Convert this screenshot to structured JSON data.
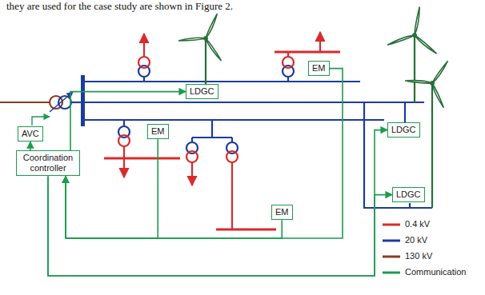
{
  "diagram": {
    "nodes": [
      {
        "text": [
          "EM"
        ]
      },
      {
        "text": [
          "LDGC"
        ]
      },
      {
        "text": [
          "LDGC"
        ]
      },
      {
        "text": [
          "AVC"
        ]
      },
      {
        "text": [
          "EM"
        ]
      },
      {
        "text": [
          "Coordination controller"
        ]
      },
      {
        "text": [
          "LDGC"
        ]
      },
      {
        "text": [
          "EM"
        ]
      }
    ],
    "edges": [
      {
        "from": 5,
        "to": 3,
        "arrow": "to"
      },
      {
        "from": 5,
        "to": 1,
        "arrow": "to"
      },
      {
        "from": 5,
        "to": 2,
        "arrow": "to"
      },
      {
        "from": 5,
        "to": 6,
        "arrow": "to"
      },
      {
        "from": 4,
        "to": 5,
        "arrow": "to"
      },
      {
        "from": 7,
        "to": 5,
        "arrow": "to"
      },
      {
        "from": 0,
        "to": 5,
        "arrow": "to"
      }
    ],
    "labels": [
      "they are used for the case study are shown in Figure 2."
    ],
    "legend": [
      {
        "text": "0.4 kV",
        "color": "#d92b2b"
      },
      {
        "text": "20 kV",
        "color": "#1c3c9c"
      },
      {
        "text": "130 kV",
        "color": "#8a3b24"
      },
      {
        "text": "Communication",
        "color": "#1e9b4f"
      }
    ]
  }
}
